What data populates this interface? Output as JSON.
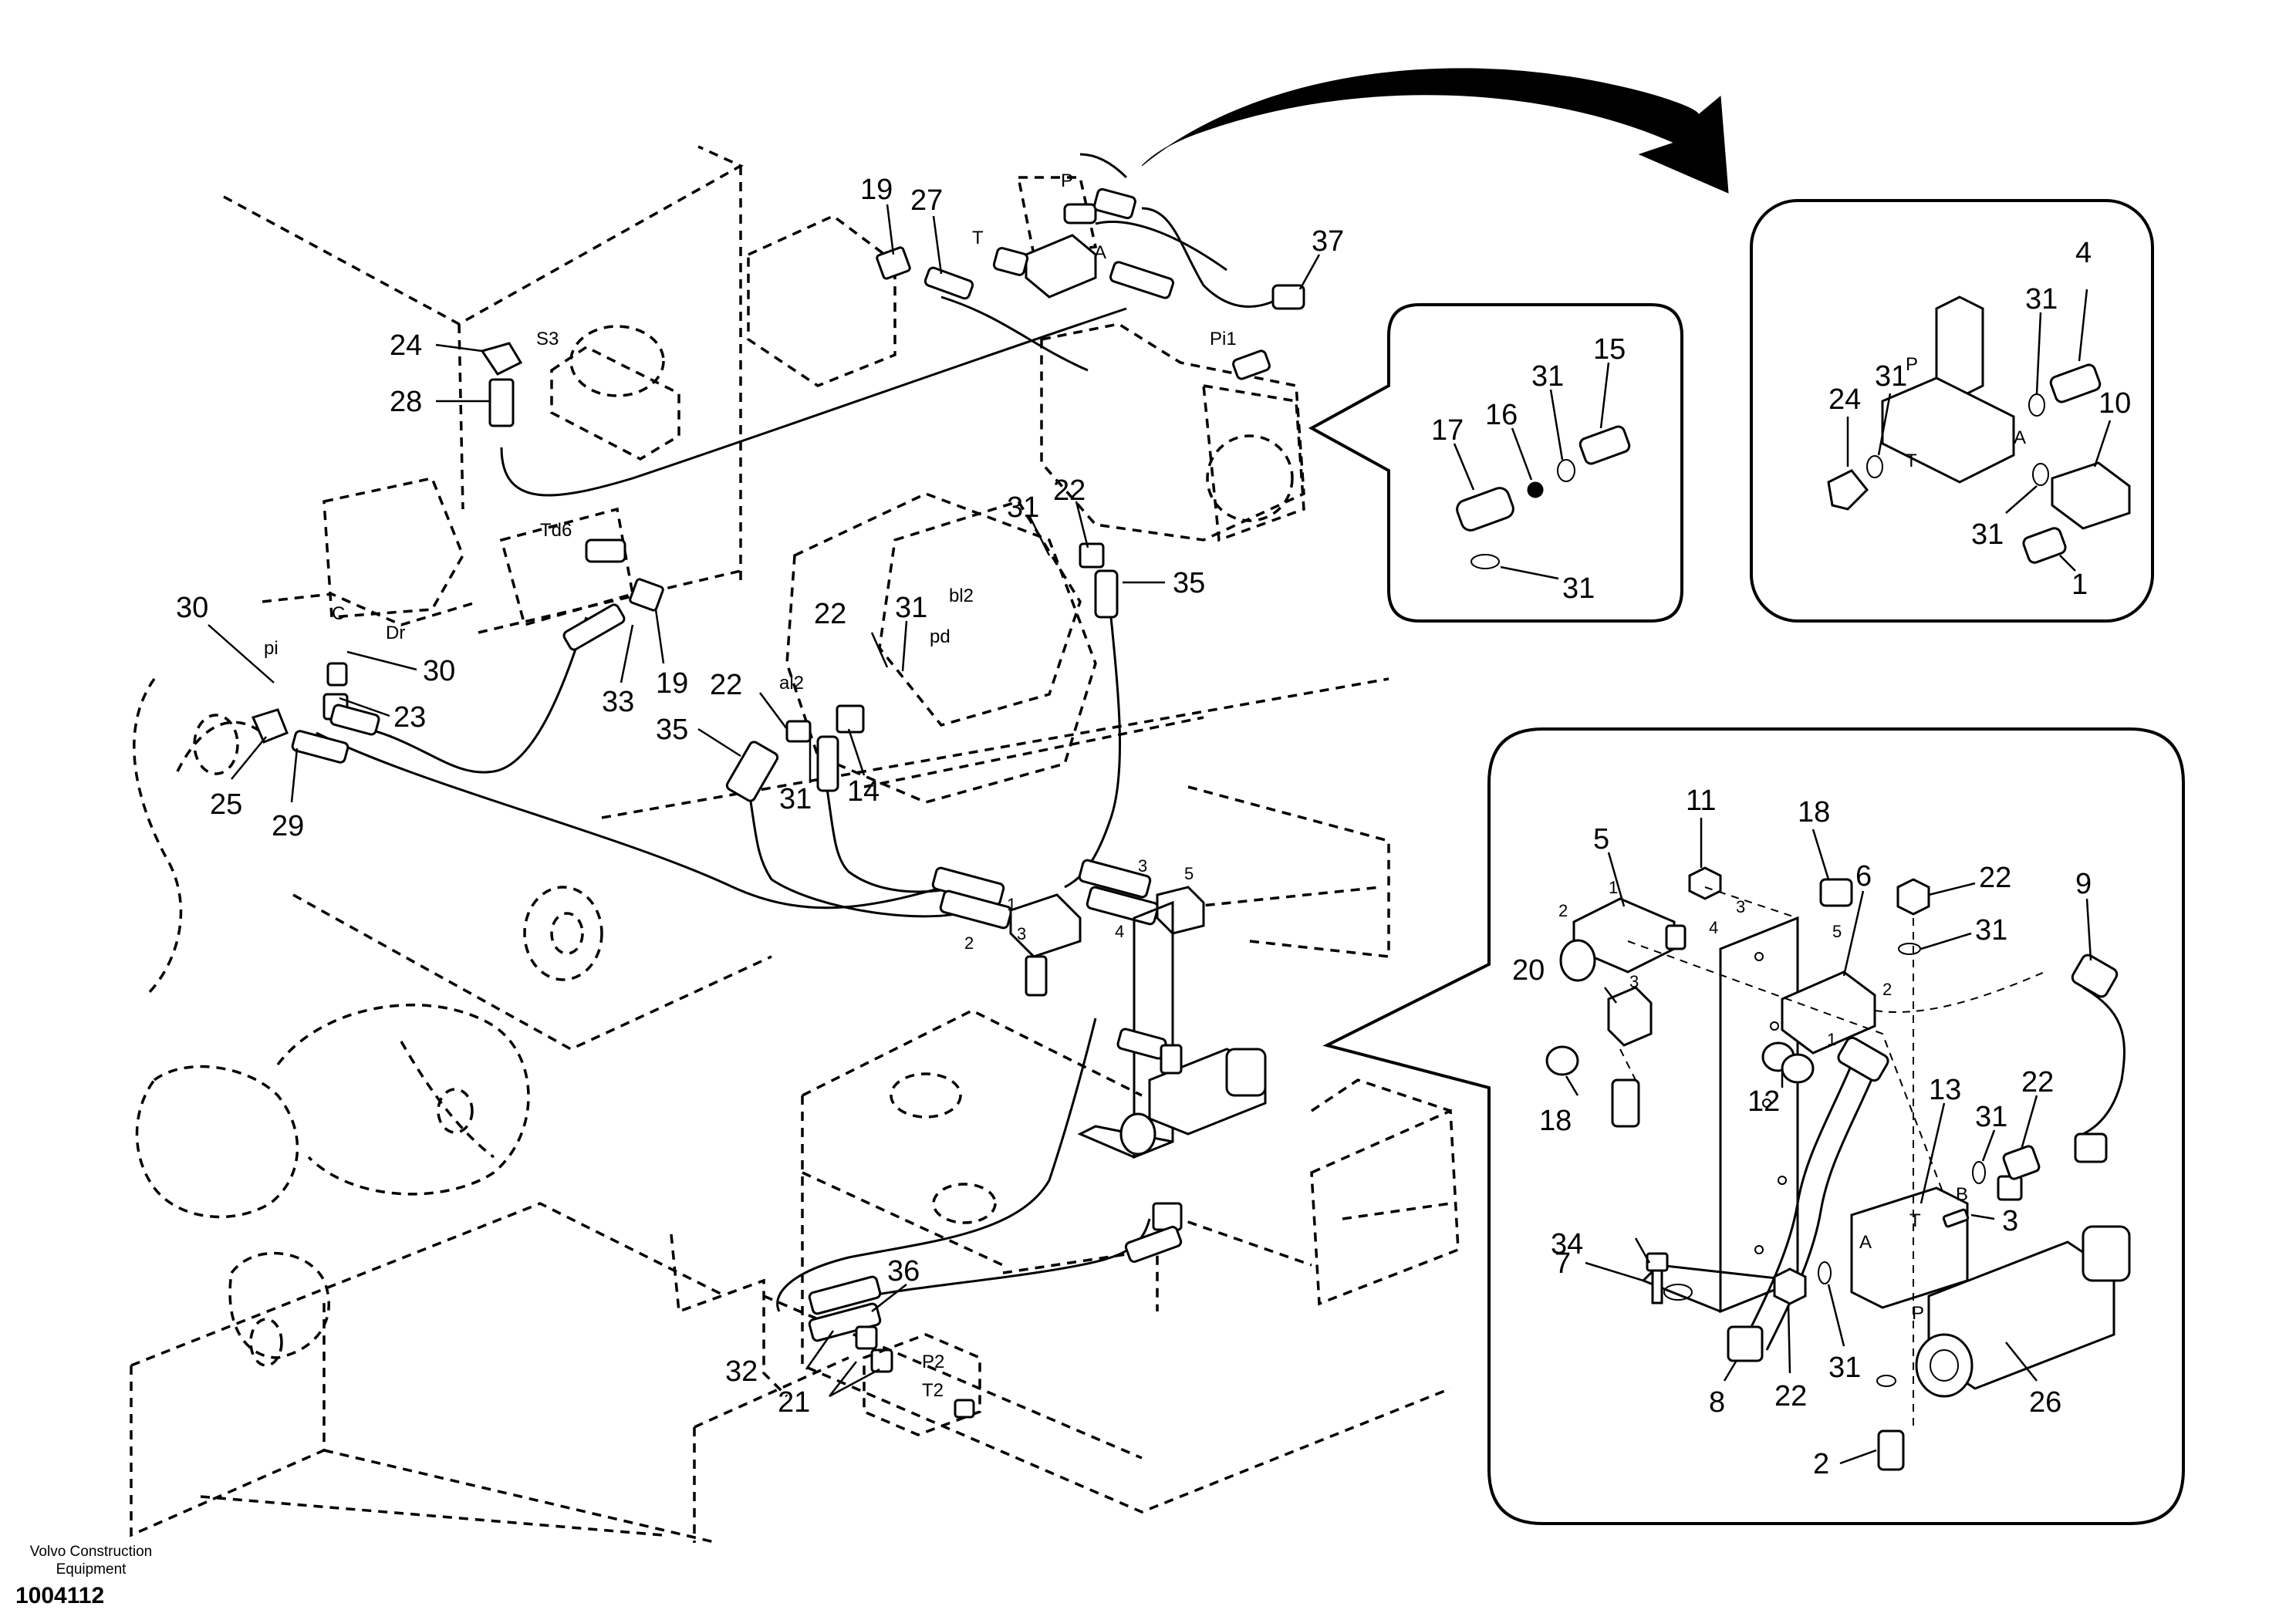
{
  "footer": {
    "brand_line1": "Volvo Construction",
    "brand_line2": "Equipment",
    "drawing_number": "1004112"
  },
  "callouts_main": [
    {
      "label": "19",
      "id": "c19a"
    },
    {
      "label": "27",
      "id": "c27"
    },
    {
      "label": "37",
      "id": "c37"
    },
    {
      "label": "24",
      "id": "c24a"
    },
    {
      "label": "28",
      "id": "c28"
    },
    {
      "label": "31",
      "id": "c31a"
    },
    {
      "label": "22",
      "id": "c22a"
    },
    {
      "label": "35",
      "id": "c35a"
    },
    {
      "label": "30",
      "id": "c30a"
    },
    {
      "label": "30",
      "id": "c30b"
    },
    {
      "label": "23",
      "id": "c23"
    },
    {
      "label": "33",
      "id": "c33"
    },
    {
      "label": "19",
      "id": "c19b"
    },
    {
      "label": "22",
      "id": "c22b"
    },
    {
      "label": "31",
      "id": "c31b"
    },
    {
      "label": "22",
      "id": "c22c"
    },
    {
      "label": "35",
      "id": "c35b"
    },
    {
      "label": "31",
      "id": "c31c"
    },
    {
      "label": "14",
      "id": "c14"
    },
    {
      "label": "25",
      "id": "c25"
    },
    {
      "label": "29",
      "id": "c29"
    },
    {
      "label": "36",
      "id": "c36"
    },
    {
      "label": "32",
      "id": "c32"
    },
    {
      "label": "21",
      "id": "c21"
    }
  ],
  "callouts_detail_small": [
    {
      "label": "17"
    },
    {
      "label": "16"
    },
    {
      "label": "31"
    },
    {
      "label": "15"
    },
    {
      "label": "31"
    }
  ],
  "callouts_detail_topright": [
    {
      "label": "31"
    },
    {
      "label": "4"
    },
    {
      "label": "24"
    },
    {
      "label": "31"
    },
    {
      "label": "10"
    },
    {
      "label": "31"
    },
    {
      "label": "1"
    }
  ],
  "callouts_detail_bottomright": [
    {
      "label": "5"
    },
    {
      "label": "11"
    },
    {
      "label": "18"
    },
    {
      "label": "6"
    },
    {
      "label": "22"
    },
    {
      "label": "9"
    },
    {
      "label": "31"
    },
    {
      "label": "20"
    },
    {
      "label": "18"
    },
    {
      "label": "12"
    },
    {
      "label": "13"
    },
    {
      "label": "31"
    },
    {
      "label": "22"
    },
    {
      "label": "3"
    },
    {
      "label": "34"
    },
    {
      "label": "7"
    },
    {
      "label": "8"
    },
    {
      "label": "22"
    },
    {
      "label": "31"
    },
    {
      "label": "26"
    },
    {
      "label": "2"
    }
  ],
  "port_labels": {
    "s3": "S3",
    "p_top": "P",
    "t_top": "T",
    "a_top": "A",
    "pi1": "Pi1",
    "td6": "Td6",
    "c_left": "C",
    "dr": "Dr",
    "pi_left": "pi",
    "bl2": "bl2",
    "pd": "pd",
    "al2": "al2",
    "p2": "P2",
    "t2": "T2",
    "tr_p": "P",
    "tr_t": "T",
    "tr_a": "A",
    "br_t": "T",
    "br_a": "A",
    "br_b": "B",
    "br_p": "P"
  },
  "hose_numbers": {
    "h1": "1",
    "h2": "2",
    "h3": "3",
    "h4": "4",
    "h5": "5",
    "h3b": "3",
    "d1": "1",
    "d2": "2",
    "d3": "3",
    "d4": "4",
    "d5": "5",
    "d2b": "2",
    "d1b": "1",
    "d3b": "3"
  }
}
